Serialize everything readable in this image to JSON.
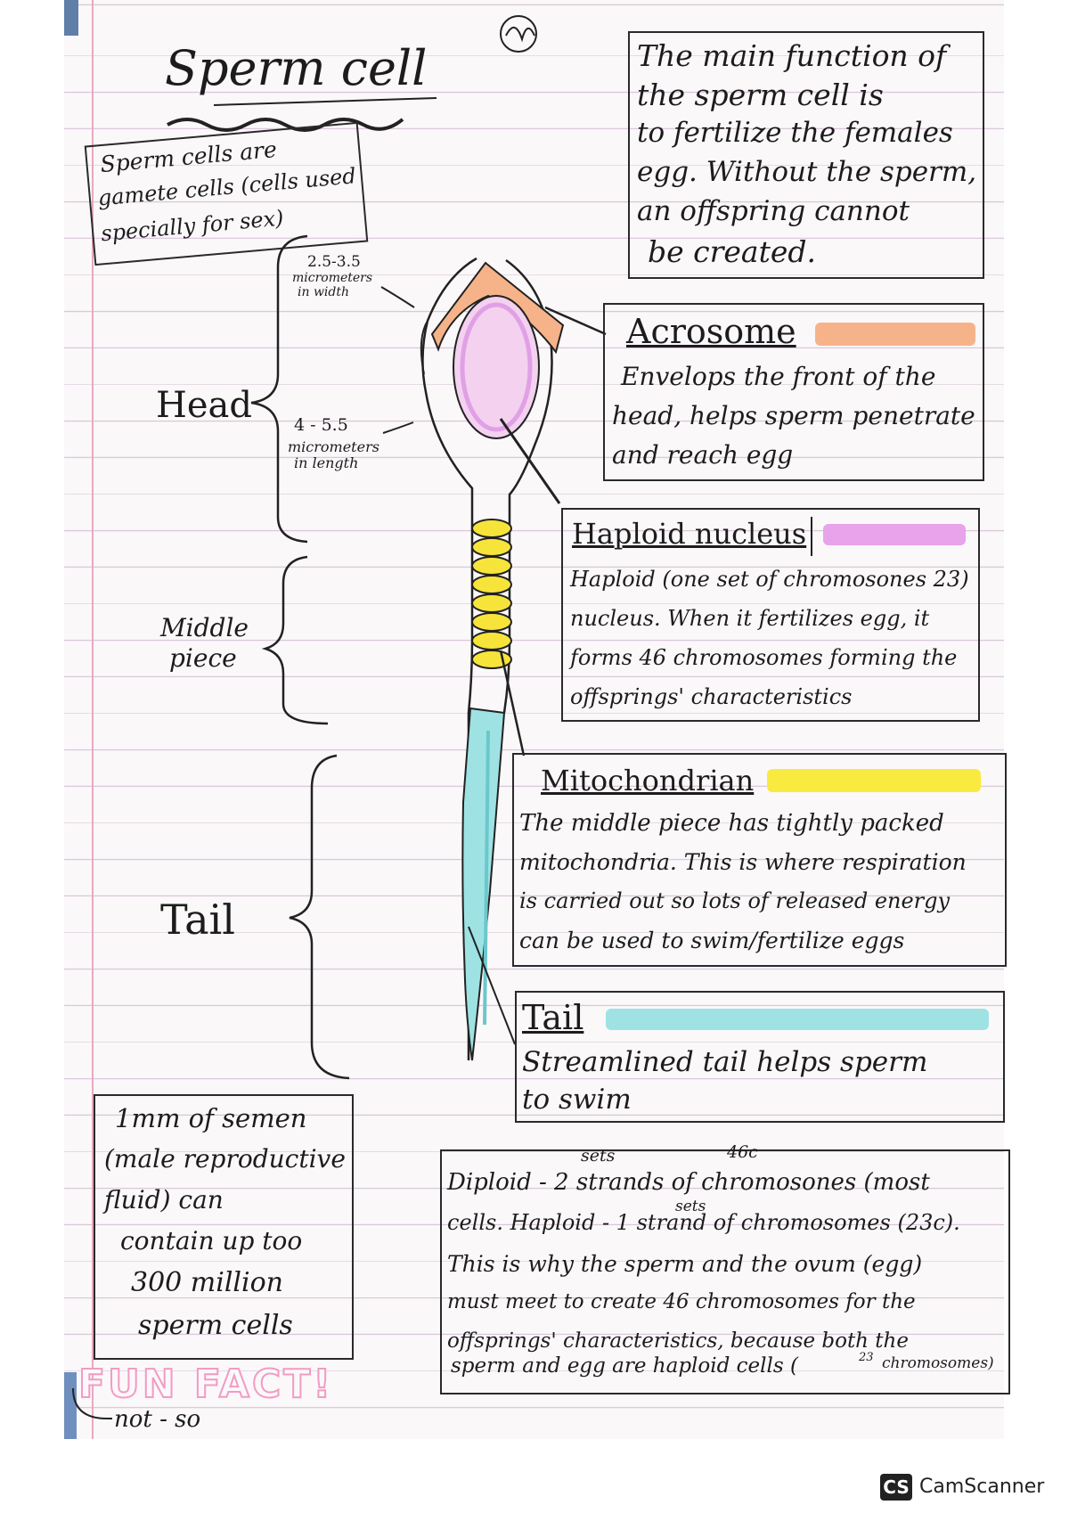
{
  "title": "Sperm cell",
  "gamete_box": [
    "Sperm cells are",
    "gamete cells (cells used",
    "specially for sex)"
  ],
  "function_box": [
    "The main function of",
    "the sperm cell is",
    "to fertilize the females",
    "egg. Without the sperm,",
    "an offspring cannot",
    "be created."
  ],
  "dimensions": {
    "width": [
      "2.5-3.5",
      "micrometers",
      "in width"
    ],
    "length": [
      "4 - 5.5",
      "micrometers",
      "in length"
    ]
  },
  "side_labels": {
    "head": "Head",
    "middle_piece": [
      "Middle",
      "piece"
    ],
    "tail": "Tail"
  },
  "acrosome": {
    "heading": "Acrosome",
    "lines": [
      "Envelops the front of the",
      "head, helps sperm penetrate",
      "and reach egg"
    ],
    "color": "#f6b389"
  },
  "nucleus": {
    "heading": "Haploid nucleus",
    "lines": [
      "Haploid (one set of chromosones 23)",
      "nucleus. When it fertilizes egg, it",
      "forms 46 chromosomes forming the",
      "offsprings' characteristics"
    ],
    "color": "#e8a3ea"
  },
  "mitochondrian": {
    "heading": "Mitochondrian",
    "lines": [
      "The middle piece has tightly packed",
      "mitochondria. This is where respiration",
      "is carried out so lots of released energy",
      "can be used to swim/fertilize eggs"
    ],
    "color": "#f9ea3f"
  },
  "tail_box": {
    "heading": "Tail",
    "lines": [
      "Streamlined tail helps sperm",
      "to swim"
    ],
    "color": "#9ee2e4"
  },
  "fact_box": [
    "1mm of semen",
    "(male reproductive",
    "fluid) can",
    "contain up too",
    "300 million",
    "sperm cells"
  ],
  "fun_fact": "FUN FACT!",
  "not_so": "not - so",
  "diploid": {
    "sets_1": "sets",
    "chrom_46": "46c",
    "sets_2": "sets",
    "chrom_23": "23",
    "lines": [
      "Diploid - 2 strands of chromosones (most",
      "cells. Haploid - 1 strand of chromosomes (23c).",
      "This is why the sperm and the ovum (egg)",
      "must meet to create 46 chromosomes for the",
      "offsprings' characteristics, because both the",
      "sperm and egg are haploid cells (",
      "chromosomes)"
    ]
  },
  "watermark": {
    "logo": "CS",
    "name": "CamScanner"
  }
}
